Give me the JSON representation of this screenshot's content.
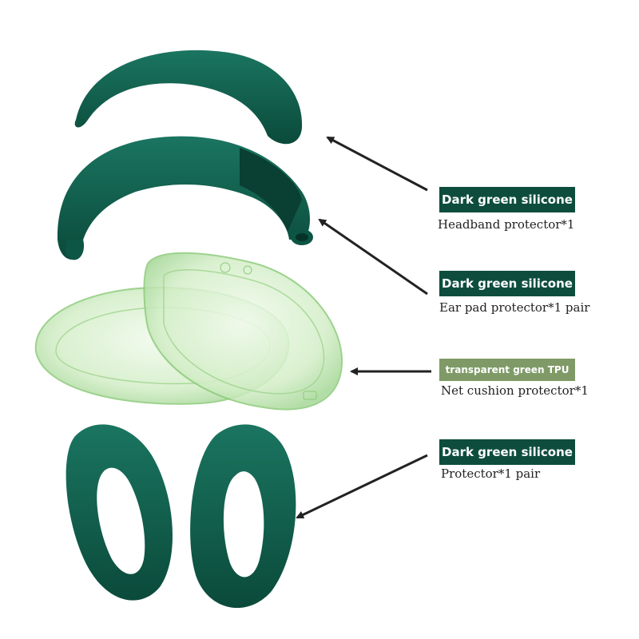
{
  "callouts": [
    {
      "tag": "Dark green silicone",
      "desc": "Headband protector*1",
      "tag_color": "#0e4d3e"
    },
    {
      "tag": "Dark green silicone",
      "desc": "Ear pad protector*1 pair",
      "tag_color": "#0e4d3e"
    },
    {
      "tag": "transparent green TPU",
      "desc": "Net cushion protector*1",
      "tag_color": "#7f9a67"
    },
    {
      "tag": "Dark green silicone",
      "desc": "Protector*1 pair",
      "tag_color": "#0e4d3e"
    }
  ],
  "colors": {
    "silicone": "#0f5c4a",
    "silicone_dark": "#0a4536",
    "tpu": "#cdeac0",
    "arrow": "#222222"
  }
}
